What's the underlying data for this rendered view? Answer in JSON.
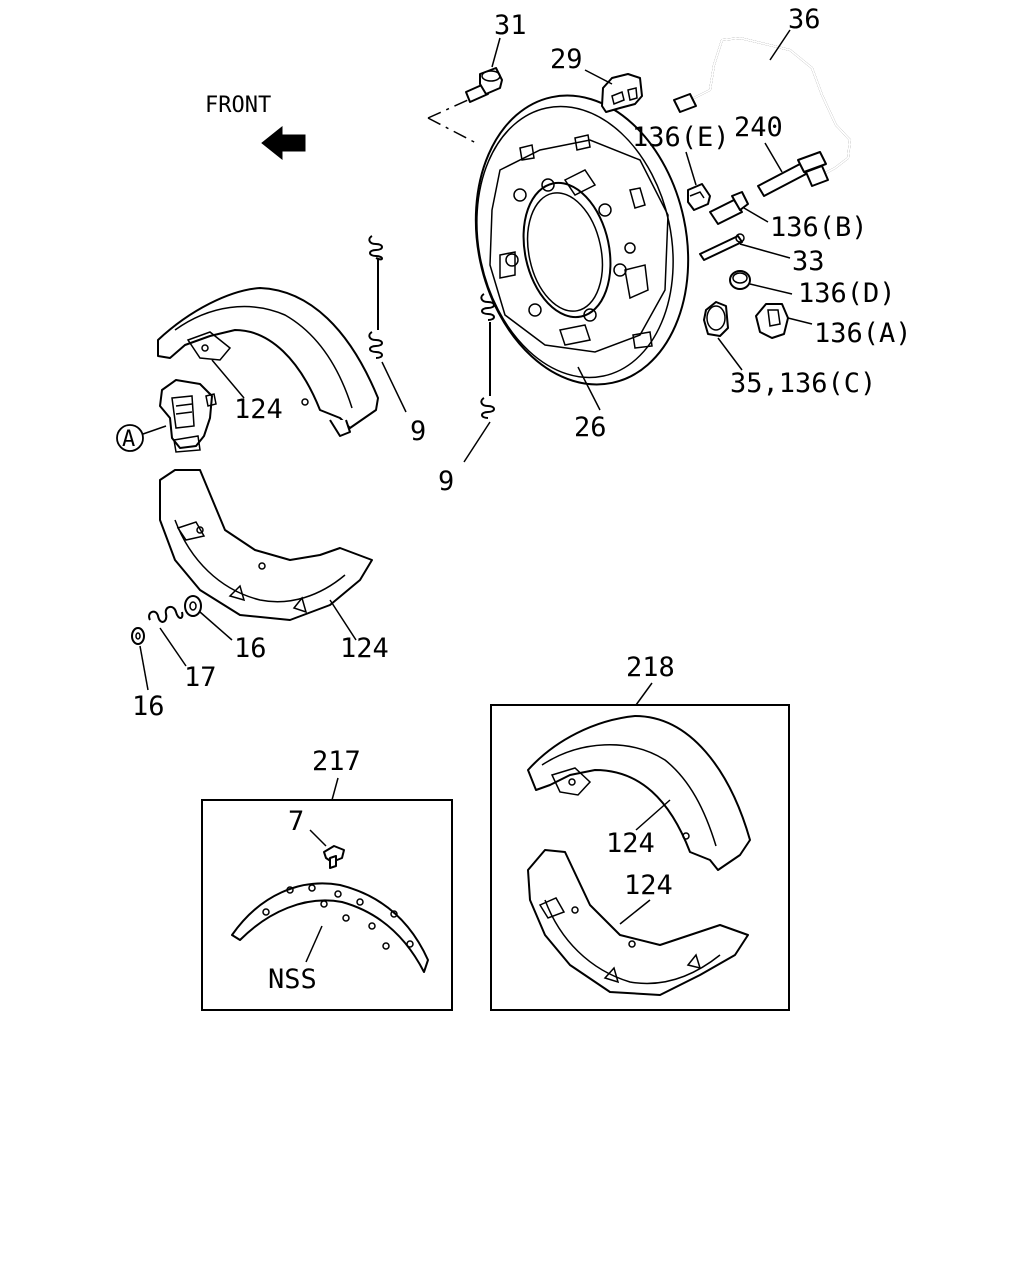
{
  "front_label": "FRONT",
  "callout_circle": "A",
  "labels": {
    "p31": "31",
    "p29": "29",
    "p36": "36",
    "p136e": "136(E)",
    "p240": "240",
    "p136b": "136(B)",
    "p33": "33",
    "p136d": "136(D)",
    "p136a": "136(A)",
    "p35_136c": "35,136(C)",
    "p26": "26",
    "p9_upper": "9",
    "p9_lower": "9",
    "p124_upper": "124",
    "p124_lower": "124",
    "p16_right": "16",
    "p17": "17",
    "p16_left": "16",
    "p218": "218",
    "p124_kit_upper": "124",
    "p124_kit_lower": "124",
    "p217": "217",
    "p7": "7",
    "nss": "NSS"
  },
  "icons": [
    "front-arrow-icon",
    "callout-circle-icon"
  ]
}
